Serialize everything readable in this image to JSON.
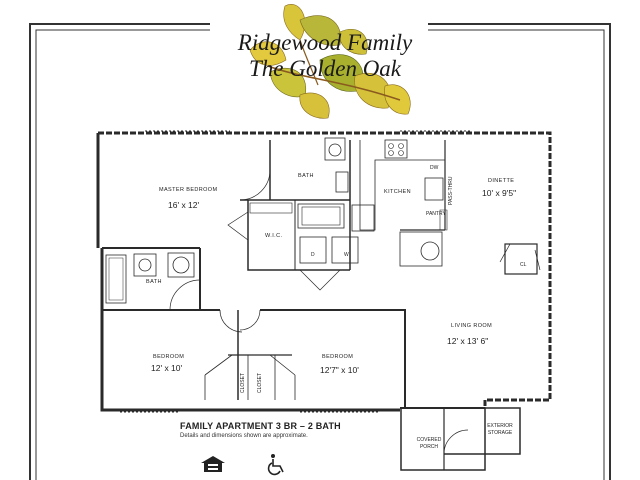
{
  "header": {
    "title_line1": "Ridgewood Family",
    "title_line2": "The Golden Oak"
  },
  "rooms": {
    "master_bedroom": {
      "label": "MASTER BEDROOM",
      "dimensions": "16' x 12'"
    },
    "master_bath": {
      "label": "BATH"
    },
    "wic": {
      "label": "W.I.C."
    },
    "kitchen": {
      "label": "KITCHEN"
    },
    "dw": {
      "label": "DW"
    },
    "pass_thru": {
      "label": "PASS-THRU"
    },
    "pantry": {
      "label": "PANTRY"
    },
    "dinette": {
      "label": "DINETTE",
      "dimensions": "10' x 9'5\""
    },
    "hall_bath": {
      "label": "BATH"
    },
    "washer": {
      "label": "W"
    },
    "dryer": {
      "label": "D"
    },
    "closet_cl": {
      "label": "CL"
    },
    "living_room": {
      "label": "LIVING ROOM",
      "dimensions": "12' x 13' 6\""
    },
    "bedroom_left": {
      "label": "BEDROOM",
      "dimensions": "12' x 10'"
    },
    "bedroom_right": {
      "label": "BEDROOM",
      "dimensions": "12'7\" x 10'"
    },
    "closet_left": {
      "label": "CLOSET"
    },
    "closet_right": {
      "label": "CLOSET"
    },
    "covered_porch": {
      "label": "COVERED PORCH"
    },
    "exterior_storage": {
      "label": "EXTERIOR STORAGE"
    }
  },
  "caption": {
    "line1": "FAMILY APARTMENT  3 BR – 2 BATH",
    "line2": "Details and dimensions shown are approximate."
  },
  "icons": {
    "equal_housing": "equal-housing-icon",
    "accessibility": "wheelchair-icon"
  },
  "colors": {
    "wall": "#2a2a2a",
    "leaf_gold": "#d9c53a",
    "leaf_green": "#8ea22a",
    "leaf_brown": "#8a5a1e"
  }
}
